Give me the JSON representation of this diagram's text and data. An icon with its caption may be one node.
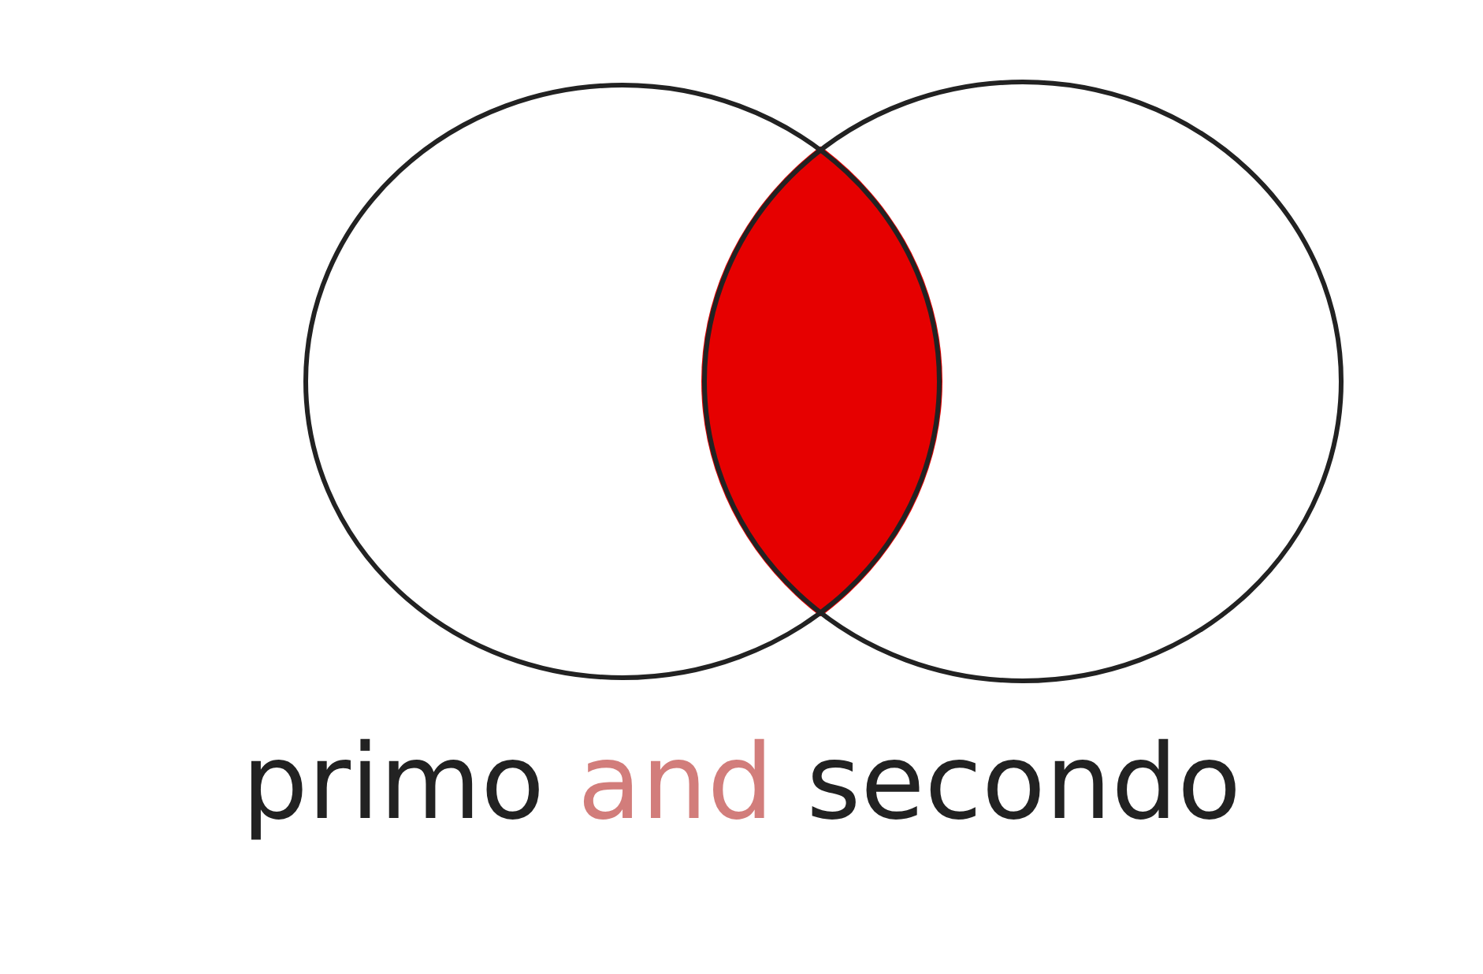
{
  "diagram": {
    "caption": "primo and secondo",
    "nodes": [
      {
        "text": [],
        "shape": "circle"
      },
      {
        "text": [],
        "shape": "circle"
      },
      {
        "text": [],
        "shape": "lens"
      }
    ]
  }
}
